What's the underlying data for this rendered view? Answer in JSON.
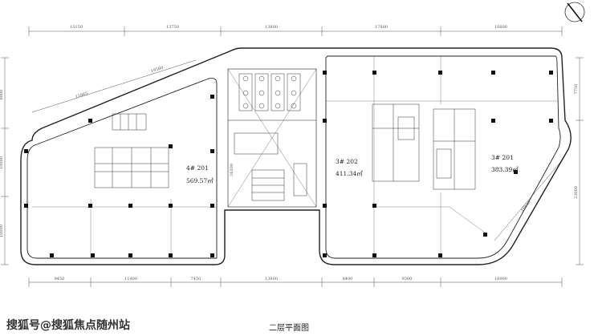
{
  "drawing": {
    "title": "二层平面图",
    "top_dimensions": [
      "15150",
      "13750",
      "13800",
      "17800",
      "16800"
    ],
    "bottom_dimensions": [
      "9450",
      "11400",
      "7450",
      "13800",
      "8400",
      "9300",
      "16900"
    ],
    "left_dimensions": [
      "8800",
      "10000",
      "10000"
    ],
    "right_dimensions": [
      "7750",
      "23000"
    ],
    "diagonal_dimensions": [
      "19580",
      "11865",
      "16650"
    ],
    "inner_dimension": "26300"
  },
  "rooms": [
    {
      "id": "4# 201",
      "area": "569.57㎡"
    },
    {
      "id": "3# 202",
      "area": "411.34㎡"
    },
    {
      "id": "3# 201",
      "area": "383.39㎡"
    }
  ],
  "watermark": "搜狐号@搜狐焦点随州站",
  "icons": {
    "north_arrow": "north-arrow-icon"
  }
}
